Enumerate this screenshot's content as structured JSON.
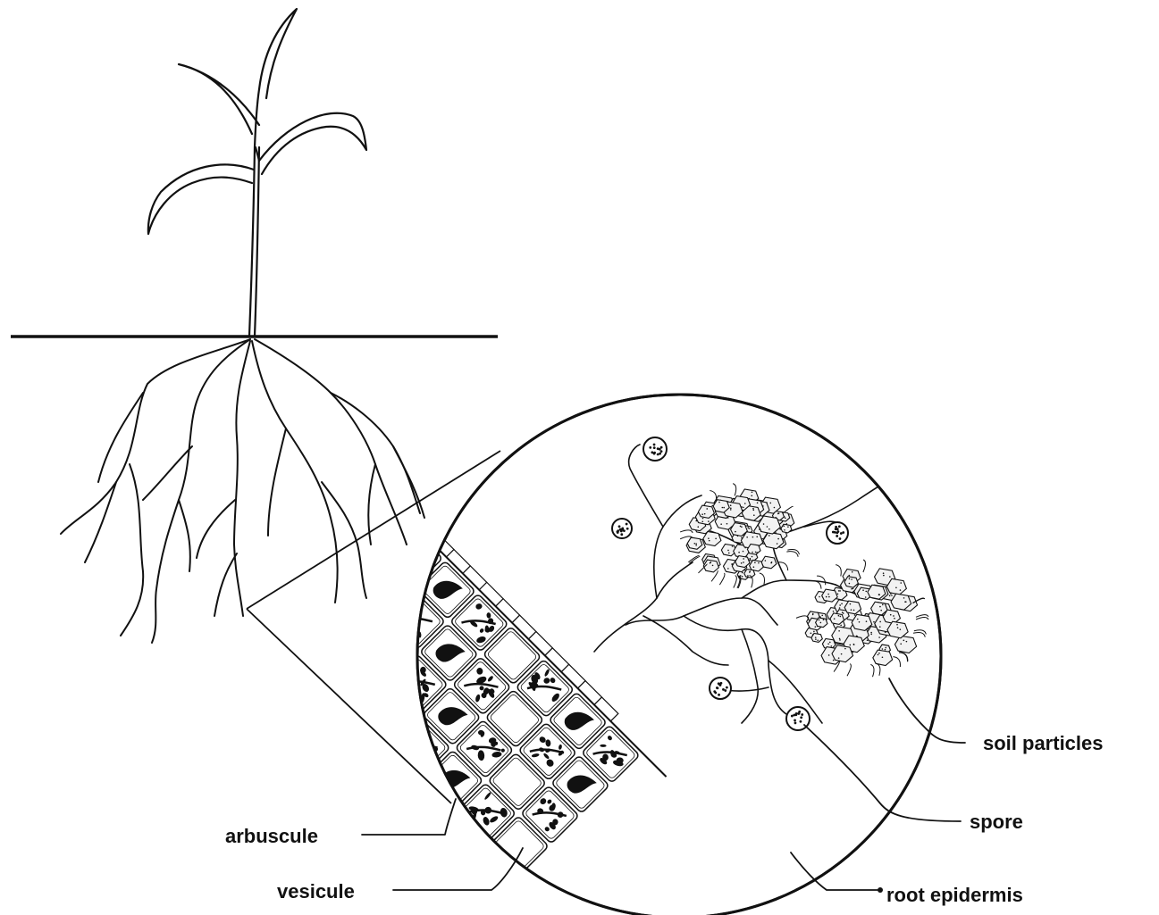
{
  "labels": {
    "soil_particles": "soil particles",
    "spore": "spore",
    "arbuscule": "arbuscule",
    "vesicule": "vesicule",
    "root_epidermis": "root epidermis"
  },
  "colors": {
    "ink": "#111111",
    "background": "#ffffff",
    "cell_fill": "#ffffff",
    "soil_fill": "#f2f2f2"
  }
}
